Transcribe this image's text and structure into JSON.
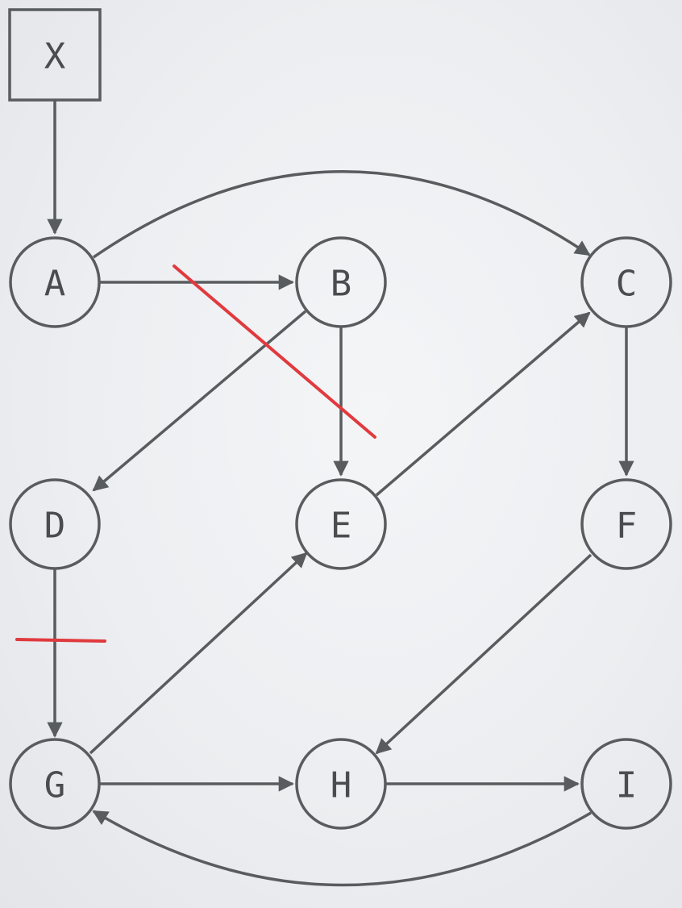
{
  "nodes": [
    {
      "id": "X",
      "label": "X",
      "shape": "square"
    },
    {
      "id": "A",
      "label": "A",
      "shape": "circle"
    },
    {
      "id": "B",
      "label": "B",
      "shape": "circle"
    },
    {
      "id": "C",
      "label": "C",
      "shape": "circle"
    },
    {
      "id": "D",
      "label": "D",
      "shape": "circle"
    },
    {
      "id": "E",
      "label": "E",
      "shape": "circle"
    },
    {
      "id": "F",
      "label": "F",
      "shape": "circle"
    },
    {
      "id": "G",
      "label": "G",
      "shape": "circle"
    },
    {
      "id": "H",
      "label": "H",
      "shape": "circle"
    },
    {
      "id": "I",
      "label": "I",
      "shape": "circle"
    }
  ],
  "edges": [
    {
      "from": "X",
      "to": "A",
      "cut": false
    },
    {
      "from": "A",
      "to": "B",
      "cut": true
    },
    {
      "from": "A",
      "to": "C",
      "cut": false
    },
    {
      "from": "B",
      "to": "D",
      "cut": true
    },
    {
      "from": "B",
      "to": "E",
      "cut": true
    },
    {
      "from": "E",
      "to": "C",
      "cut": false
    },
    {
      "from": "C",
      "to": "F",
      "cut": false
    },
    {
      "from": "D",
      "to": "G",
      "cut": true
    },
    {
      "from": "G",
      "to": "E",
      "cut": false
    },
    {
      "from": "F",
      "to": "H",
      "cut": false
    },
    {
      "from": "G",
      "to": "H",
      "cut": false
    },
    {
      "from": "H",
      "to": "I",
      "cut": false
    },
    {
      "from": "I",
      "to": "G",
      "cut": false
    }
  ],
  "colors": {
    "node_stroke": "#595c5e",
    "edge_stroke": "#595c5e",
    "cut_mark": "#e03a3e"
  }
}
